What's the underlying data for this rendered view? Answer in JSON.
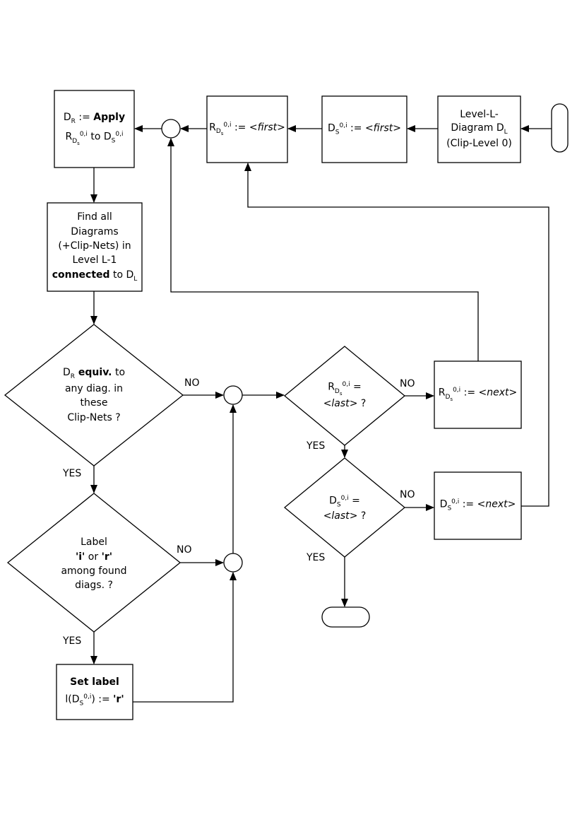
{
  "nodes": {
    "start_level": {
      "line1": "Level-L-",
      "line2a": "Diagram D",
      "line2b": "L",
      "line3": "(Clip-Level 0)"
    },
    "ds_first": {
      "d": "D",
      "s": "S",
      "sup": "0,i",
      "assign": " := <",
      "kw": "first",
      "end": ">"
    },
    "rd_first": {
      "r": "R",
      "d": "D",
      "s": "s",
      "sup": "0,i",
      "assign": " := <",
      "kw": "first",
      "end": ">"
    },
    "apply": {
      "dr": "D",
      "dr_sub": "R",
      "assign": " := ",
      "kw": "Apply",
      "r": "R",
      "d": "D",
      "s": "s",
      "sup": "0,i",
      "to": "  to D",
      "to_sub": "S",
      "to_sup": "0,i"
    },
    "find": {
      "l1": "Find all",
      "l2": "Diagrams",
      "l3": "(+Clip-Nets) in",
      "l4": "Level L-1",
      "kw": "connected",
      "l5b": " to D",
      "l5sub": "L"
    },
    "equiv": {
      "d": "D",
      "d_sub": "R",
      "kw": " equiv.",
      "l1b": " to",
      "l2": "any diag. in",
      "l3": "these",
      "l4": "Clip-Nets ?"
    },
    "label_q": {
      "l1": "Label",
      "q1": "'i'",
      "or": " or ",
      "q2": "'r'",
      "l3": "among found",
      "l4": "diags. ?"
    },
    "set_label": {
      "kw": "Set label",
      "l": "l(D",
      "s": "S",
      "sup": "0,i",
      "end": ") := ",
      "val": "'r'"
    },
    "rd_last_q": {
      "r": "R",
      "d": "D",
      "s": "s",
      "sup": "0,i",
      "eq": " =",
      "lt": "<",
      "kw": "last",
      "gt": "> ?"
    },
    "rd_next": {
      "r": "R",
      "d": "D",
      "s": "s",
      "sup": "0,i",
      "assign": "  := <",
      "kw": "next",
      "end": ">"
    },
    "ds_last_q": {
      "d": "D",
      "s": "S",
      "sup": "0,i",
      "eq": " =",
      "lt": "<",
      "kw": "last",
      "gt": "> ?"
    },
    "ds_next": {
      "d": "D",
      "s": "S",
      "sup": "0,i",
      "assign": " := <",
      "kw": "next",
      "end": ">"
    }
  },
  "edge_labels": {
    "equiv_no": "NO",
    "equiv_yes": "YES",
    "label_no": "NO",
    "label_yes": "YES",
    "rd_no": "NO",
    "rd_yes": "YES",
    "ds_no": "NO",
    "ds_yes": "YES"
  }
}
